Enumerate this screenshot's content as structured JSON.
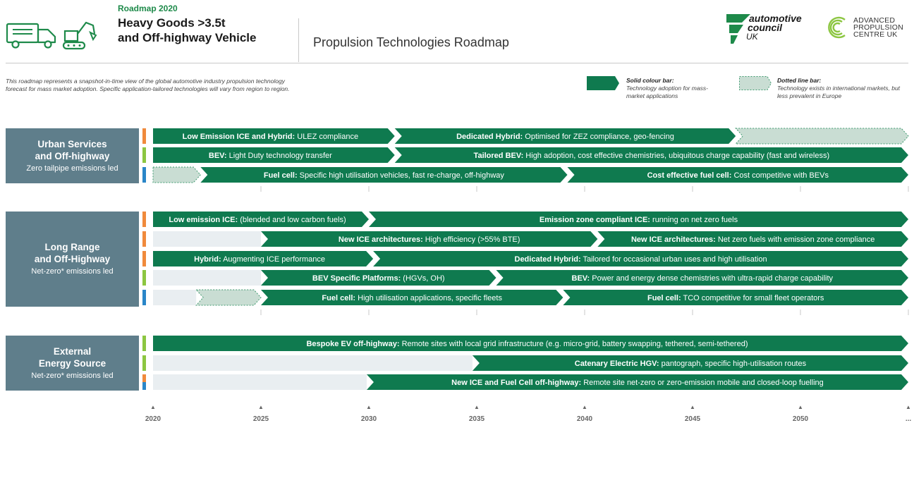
{
  "header": {
    "kicker": "Roadmap 2020",
    "title": "Heavy Goods >3.5t\nand Off-highway Vehicle",
    "subtitle": "Propulsion Technologies Roadmap",
    "truck_icon": "truck-icon",
    "excavator_icon": "excavator-icon",
    "brand_color": "#1e8a4a"
  },
  "logos": {
    "automotive_council": {
      "line1": "automotive",
      "line2": "council",
      "line3": "UK"
    },
    "apc": {
      "line1": "ADVANCED",
      "line2": "PROPULSION",
      "line3": "CENTRE UK"
    }
  },
  "disclaimer": "This roadmap represents a snapshot-in-time view of the global automotive industry propulsion technology forecast for mass market adoption. Specific application-tailored technologies will vary from region to region.",
  "legend": {
    "solid": {
      "title": "Solid colour bar:",
      "desc": "Technology adoption for mass-market applications",
      "color": "#0f7a4f"
    },
    "dotted": {
      "title": "Dotted line bar:",
      "desc": "Technology exists in international markets, but less prevalent in Europe",
      "color": "#c9ddd3"
    }
  },
  "categories": [
    {
      "name": "Urban Services\nand Off-highway",
      "sub": "Zero tailpipe emissions led"
    },
    {
      "name": "Long Range\nand Off-Highway",
      "sub": "Net-zero* emissions led"
    },
    {
      "name": "External\nEnergy Source",
      "sub": "Net-zero* emissions led"
    }
  ],
  "colors": {
    "solid": "#0f7a4f",
    "dotted_fill": "#c9ddd3",
    "dotted_stroke": "#3f9a6f",
    "empty_track": "#e9eef1",
    "category_box": "#5f7e8b",
    "marker_orange": "#f08a3c",
    "marker_green": "#8cc641",
    "marker_blue": "#2a86c8"
  },
  "timeline": {
    "labels": [
      "2020",
      "2025",
      "2030",
      "2035",
      "2040",
      "2045",
      "2050",
      "..."
    ],
    "start_year": 2020,
    "end_year": 2055
  },
  "chart_data": {
    "type": "timeline",
    "rows": [
      {
        "group": 0,
        "marker": "orange",
        "segments": [
          {
            "kind": "solid",
            "start": 2020,
            "end": 2031.2,
            "bold": "Low Emission ICE and Hybrid:",
            "text": " ULEZ compliance"
          },
          {
            "kind": "solid",
            "start": 2031.2,
            "end": 2047.0,
            "bold": "Dedicated Hybrid:",
            "text": " Optimised for ZEZ compliance, geo-fencing"
          },
          {
            "kind": "dotted",
            "start": 2047.0,
            "end": 2055,
            "bold": "",
            "text": ""
          }
        ]
      },
      {
        "group": 0,
        "marker": "green",
        "segments": [
          {
            "kind": "solid",
            "start": 2020,
            "end": 2031.2,
            "bold": "BEV:",
            "text": " Light Duty technology transfer"
          },
          {
            "kind": "solid",
            "start": 2031.2,
            "end": 2055,
            "bold": "Tailored BEV:",
            "text": " High adoption, cost effective chemistries, ubiquitous charge capability (fast and wireless)"
          }
        ]
      },
      {
        "group": 0,
        "marker": "blue",
        "segments": [
          {
            "kind": "dotted",
            "start": 2020,
            "end": 2022.2,
            "bold": "",
            "text": ""
          },
          {
            "kind": "solid",
            "start": 2022.2,
            "end": 2039.2,
            "bold": "Fuel cell:",
            "text": " Specific high utilisation vehicles, fast re-charge, off-highway"
          },
          {
            "kind": "solid",
            "start": 2039.2,
            "end": 2055,
            "bold": "Cost effective fuel cell:",
            "text": " Cost competitive with BEVs"
          }
        ]
      },
      {
        "group": 1,
        "marker": "orange",
        "segments": [
          {
            "kind": "solid",
            "start": 2020,
            "end": 2030,
            "bold": "Low emission ICE:",
            "text": " (blended and low carbon fuels)"
          },
          {
            "kind": "solid",
            "start": 2030,
            "end": 2055,
            "bold": "Emission zone compliant ICE:",
            "text": " running on net zero fuels"
          }
        ]
      },
      {
        "group": 1,
        "marker": "orange",
        "segments": [
          {
            "kind": "empty",
            "start": 2020,
            "end": 2025,
            "bold": "",
            "text": ""
          },
          {
            "kind": "solid",
            "start": 2025,
            "end": 2040.6,
            "bold": "New ICE architectures:",
            "text": " High efficiency (>55% BTE)"
          },
          {
            "kind": "solid",
            "start": 2040.6,
            "end": 2055,
            "bold": "New ICE architectures:",
            "text": " Net zero fuels with emission zone compliance"
          }
        ]
      },
      {
        "group": 1,
        "marker": "orange",
        "segments": [
          {
            "kind": "solid",
            "start": 2020,
            "end": 2030.2,
            "bold": "Hybrid:",
            "text": " Augmenting ICE performance"
          },
          {
            "kind": "solid",
            "start": 2030.2,
            "end": 2055,
            "bold": "Dedicated Hybrid:",
            "text": " Tailored for occasional urban uses and high utilisation"
          }
        ]
      },
      {
        "group": 1,
        "marker": "green",
        "segments": [
          {
            "kind": "empty",
            "start": 2020,
            "end": 2025,
            "bold": "",
            "text": ""
          },
          {
            "kind": "solid",
            "start": 2025,
            "end": 2035.9,
            "bold": "BEV Specific Platforms:",
            "text": " (HGVs, OH)"
          },
          {
            "kind": "solid",
            "start": 2035.9,
            "end": 2055,
            "bold": "BEV:",
            "text": " Power and energy dense chemistries with ultra-rapid charge capability"
          }
        ]
      },
      {
        "group": 1,
        "marker": "blue",
        "segments": [
          {
            "kind": "empty",
            "start": 2020,
            "end": 2022,
            "bold": "",
            "text": ""
          },
          {
            "kind": "dotted",
            "start": 2022,
            "end": 2025,
            "bold": "",
            "text": ""
          },
          {
            "kind": "solid",
            "start": 2025,
            "end": 2039,
            "bold": "Fuel cell:",
            "text": " High utilisation applications, specific fleets"
          },
          {
            "kind": "solid",
            "start": 2039,
            "end": 2055,
            "bold": "Fuel cell:",
            "text": " TCO competitive for small fleet operators"
          }
        ]
      },
      {
        "group": 2,
        "marker": "green",
        "segments": [
          {
            "kind": "solid",
            "start": 2020,
            "end": 2055,
            "bold": "Bespoke EV off-highway:",
            "text": " Remote sites with local grid infrastructure (e.g. micro-grid, battery swapping, tethered, semi-tethered)"
          }
        ]
      },
      {
        "group": 2,
        "marker": "green",
        "segments": [
          {
            "kind": "empty",
            "start": 2020,
            "end": 2034.8,
            "bold": "",
            "text": ""
          },
          {
            "kind": "solid",
            "start": 2034.8,
            "end": 2055,
            "bold": "Catenary Electric HGV:",
            "text": " pantograph, specific high-utilisation routes"
          }
        ]
      },
      {
        "group": 2,
        "marker": "orange+blue",
        "segments": [
          {
            "kind": "empty",
            "start": 2020,
            "end": 2029.9,
            "bold": "",
            "text": ""
          },
          {
            "kind": "solid",
            "start": 2029.9,
            "end": 2055,
            "bold": "New ICE and Fuel Cell off-highway:",
            "text": " Remote site net-zero or zero-emission mobile and closed-loop fuelling"
          }
        ]
      }
    ]
  }
}
